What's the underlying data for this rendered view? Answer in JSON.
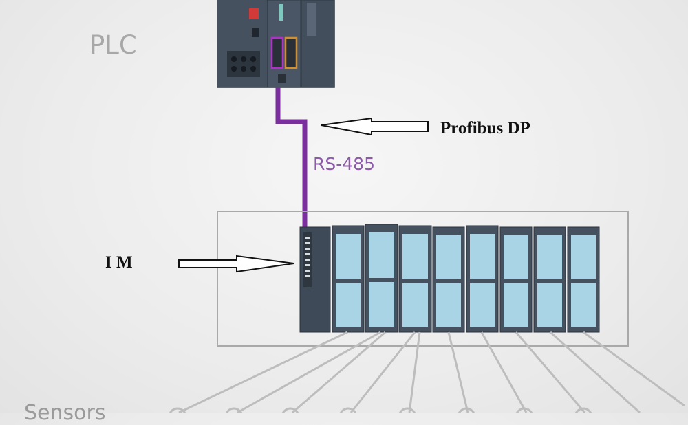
{
  "labels": {
    "plc": "PLC",
    "bus": "RS-485",
    "protocol": "Profibus DP",
    "interface_module": "I M",
    "sensors": "Sensors"
  },
  "colors": {
    "cable": "#7b2f9e",
    "module_dark": "#3f4a58",
    "module_light": "#a9d4e6",
    "frame": "#a9a9a9",
    "wire": "#bdbdbd"
  },
  "io_module_count": 8,
  "sensor_count": 8
}
